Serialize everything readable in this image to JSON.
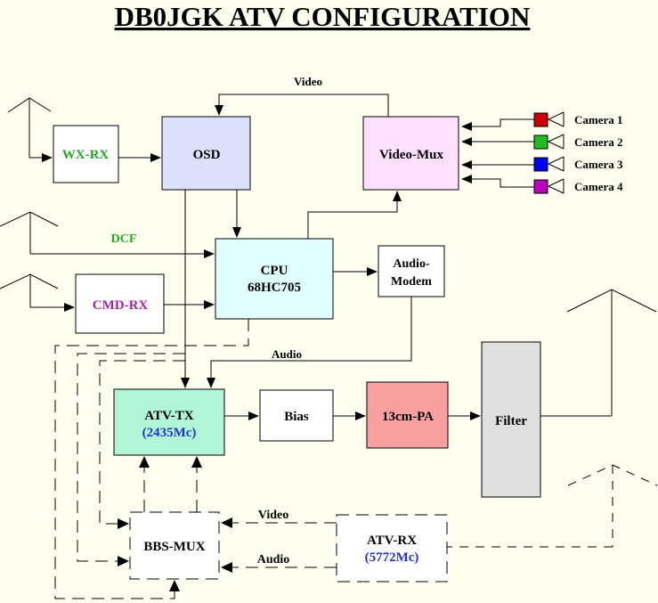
{
  "title": "DB0JGK ATV CONFIGURATION",
  "blocks": {
    "wx_rx": {
      "label": "WX-RX",
      "fill": "#ffffff",
      "text_color": "#22aa22"
    },
    "osd": {
      "label": "OSD",
      "fill": "#dde0fa",
      "text_color": "#000000"
    },
    "video_mux": {
      "label": "Video-Mux",
      "fill": "#ffe0ff",
      "text_color": "#000000"
    },
    "cpu": {
      "label": "CPU",
      "sublabel": "68HC705",
      "fill": "#e0ffff",
      "text_color": "#000000"
    },
    "audio_modem": {
      "label": "Audio-",
      "sublabel": "Modem",
      "fill": "#ffffff",
      "text_color": "#000000"
    },
    "cmd_rx": {
      "label": "CMD-RX",
      "fill": "#ffffff",
      "text_color": "#aa22aa"
    },
    "atv_tx": {
      "label": "ATV-TX",
      "sublabel": "(2435Mc)",
      "fill": "#b0f5d8",
      "text_color": "#000000",
      "sub_color": "#2233cc"
    },
    "bias": {
      "label": "Bias",
      "fill": "#ffffff",
      "text_color": "#000000"
    },
    "pa": {
      "label": "13cm-PA",
      "fill": "#f8a0a0",
      "text_color": "#000000"
    },
    "filter": {
      "label": "Filter",
      "fill": "#e0e0e0",
      "text_color": "#000000"
    },
    "bbs_mux": {
      "label": "BBS-MUX",
      "fill": "#ffffff",
      "text_color": "#000000"
    },
    "atv_rx": {
      "label": "ATV-RX",
      "sublabel": "(5772Mc)",
      "fill": "#ffffff",
      "text_color": "#000000",
      "sub_color": "#2233cc"
    }
  },
  "cameras": [
    {
      "label": "Camera 1",
      "color": "#cc0000"
    },
    {
      "label": "Camera 2",
      "color": "#22bb22"
    },
    {
      "label": "Camera 3",
      "color": "#0000ee"
    },
    {
      "label": "Camera 4",
      "color": "#bb00bb"
    }
  ],
  "signal_labels": {
    "video_top": "Video",
    "dcf": "DCF",
    "dcf_color": "#22aa22",
    "audio_mid": "Audio",
    "video_bottom": "Video",
    "audio_bottom": "Audio"
  }
}
